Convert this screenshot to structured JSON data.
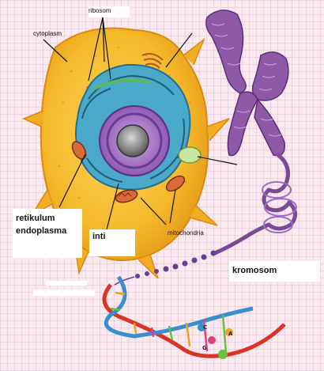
{
  "labels": {
    "cytoplasm": "cytoplasm",
    "ribosome": "ribosom",
    "retikulum_line1": "retikulum",
    "retikulum_line2": "endoplasma",
    "inti": "inti",
    "mitochondria": "mitochondria",
    "kromosom": "kromosom"
  },
  "dna_letters": [
    "G",
    "C",
    "A"
  ],
  "colors": {
    "background": "#fbe9ee",
    "cell_body": "#f5b92a",
    "reticulum": "#4aa8c9",
    "nucleus": "#9b6bc2",
    "chromosome": "#8e5aa8",
    "dna_backbone_red": "#d8342a",
    "dna_backbone_blue": "#3a8ed0"
  }
}
